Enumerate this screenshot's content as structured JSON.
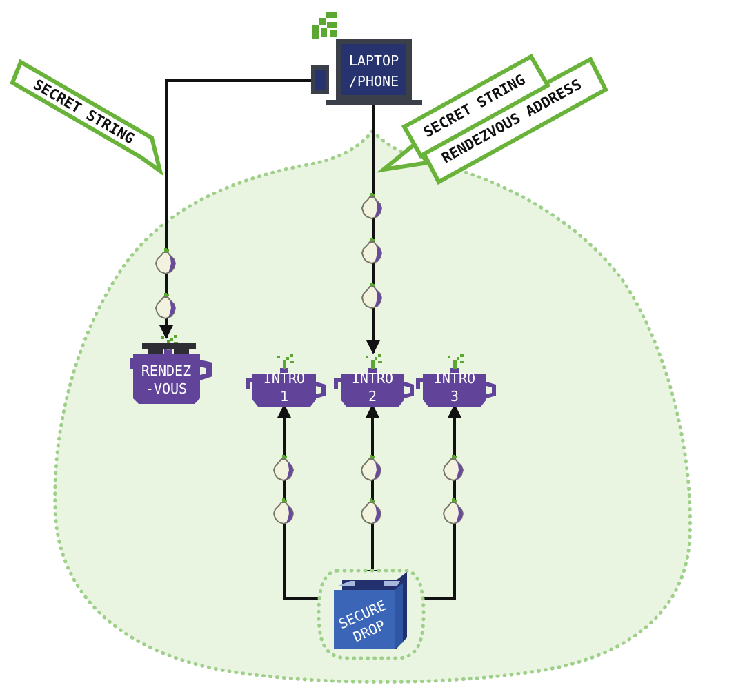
{
  "colors": {
    "cloud_fill": "#e9f4e1",
    "cloud_stroke": "#9fd08a",
    "tag_stroke": "#6ab33a",
    "onion_fill": "#f1f3de",
    "onion_purple": "#6a4a9c",
    "onion_sprout": "#5aa832",
    "teapot": "#61449a",
    "laptop_screen": "#26336f",
    "laptop_frame": "#3a3f4a",
    "securedrop_blue": "#3b66b8",
    "line": "#111111"
  },
  "device": {
    "label_line1": "LAPTOP",
    "label_line2": "/PHONE",
    "icon": "laptop-icon",
    "signal_icon": "wifi-signal-icon",
    "side_icon": "phone-icon"
  },
  "tags": {
    "left": "SECRET STRING",
    "right_top": "SECRET STRING",
    "right_bottom": "RENDEZVOUS ADDRESS"
  },
  "nodes": {
    "rendezvous": {
      "line1": "RENDEZ",
      "line2": "-VOUS",
      "icon": "teapot-icon"
    },
    "intro1": {
      "line1": "INTRO",
      "line2": "1",
      "icon": "teapot-icon"
    },
    "intro2": {
      "line1": "INTRO",
      "line2": "2",
      "icon": "teapot-icon"
    },
    "intro3": {
      "line1": "INTRO",
      "line2": "3",
      "icon": "teapot-icon"
    },
    "securedrop": {
      "line1": "SECURE",
      "line2": "DROP",
      "icon": "securedrop-box-icon"
    }
  },
  "relays": {
    "icon": "onion-icon",
    "laptop_to_rendezvous": 2,
    "laptop_to_intro2": 3,
    "intro_to_securedrop": 2
  }
}
